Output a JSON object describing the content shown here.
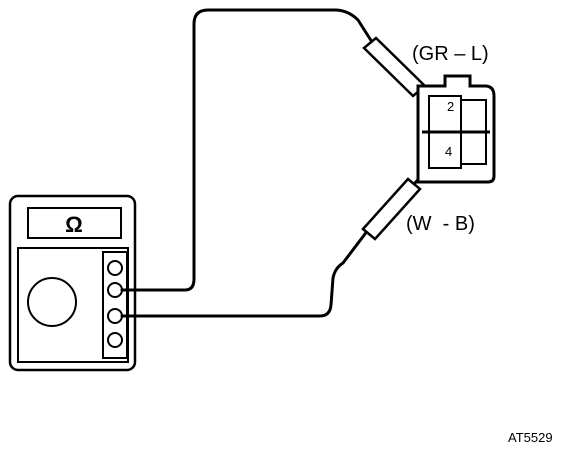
{
  "meter": {
    "mode_symbol": "Ω",
    "icon": "ohmmeter-icon"
  },
  "connector": {
    "terminals": [
      {
        "number": "2",
        "wire_color": "(GR – L)"
      },
      {
        "number": "4",
        "wire_color": "(W  - B)"
      }
    ]
  },
  "figure_id": "AT5529"
}
